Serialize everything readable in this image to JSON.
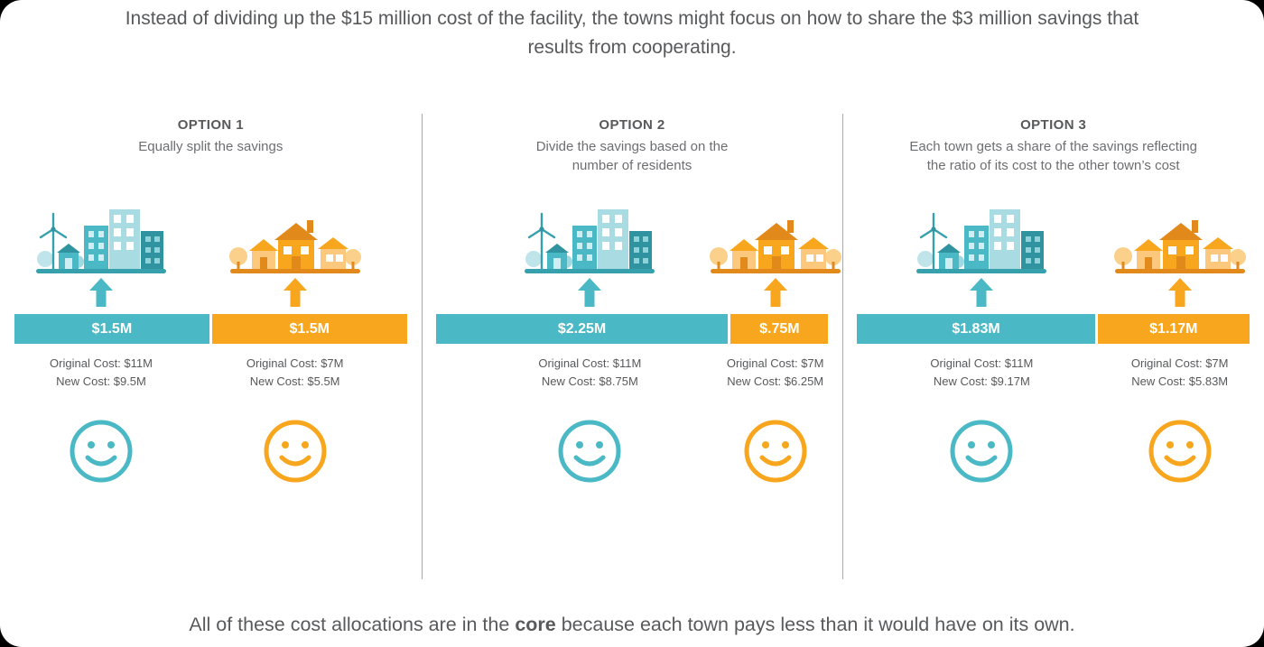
{
  "colors": {
    "teal": "#4ab9c5",
    "orange": "#f8a61d",
    "text_dark": "#58595b",
    "text_light": "#6d6e71",
    "divider_gray": "#a7a9ac"
  },
  "header": {
    "line1": "Instead of dividing up the $15 million cost of the facility, the towns might focus on how to share the $3 million savings that",
    "line2": "results from cooperating."
  },
  "footer": {
    "prefix": "All of these cost allocations are in the ",
    "bold": "core",
    "suffix": " because each town pays less than it would have on its own."
  },
  "icons": {
    "town_a": "teal-city-illustration",
    "town_b": "orange-village-illustration",
    "arrow": "up-arrow-icon",
    "smiley": "smiley-face-icon"
  },
  "options": [
    {
      "title": "OPTION 1",
      "subtitle_lines": [
        "Equally split the savings"
      ],
      "town_a": {
        "savings": "$1.5M",
        "share_pct": 50,
        "original_cost": "Original Cost: $11M",
        "new_cost": "New Cost: $9.5M"
      },
      "town_b": {
        "savings": "$1.5M",
        "share_pct": 50,
        "original_cost": "Original Cost: $7M",
        "new_cost": "New Cost: $5.5M"
      }
    },
    {
      "title": "OPTION 2",
      "subtitle_lines": [
        "Divide the savings based on the",
        "number of residents"
      ],
      "town_a": {
        "savings": "$2.25M",
        "share_pct": 75,
        "original_cost": "Original Cost: $11M",
        "new_cost": "New Cost: $8.75M"
      },
      "town_b": {
        "savings": "$.75M",
        "share_pct": 25,
        "original_cost": "Original Cost: $7M",
        "new_cost": "New Cost: $6.25M"
      }
    },
    {
      "title": "OPTION 3",
      "subtitle_lines": [
        "Each town gets a share of the savings reflecting",
        "the ratio of its cost to the other town’s cost"
      ],
      "town_a": {
        "savings": "$1.83M",
        "share_pct": 61,
        "original_cost": "Original Cost: $11M",
        "new_cost": "New Cost: $9.17M"
      },
      "town_b": {
        "savings": "$1.17M",
        "share_pct": 39,
        "original_cost": "Original Cost: $7M",
        "new_cost": "New Cost: $5.83M"
      }
    }
  ]
}
